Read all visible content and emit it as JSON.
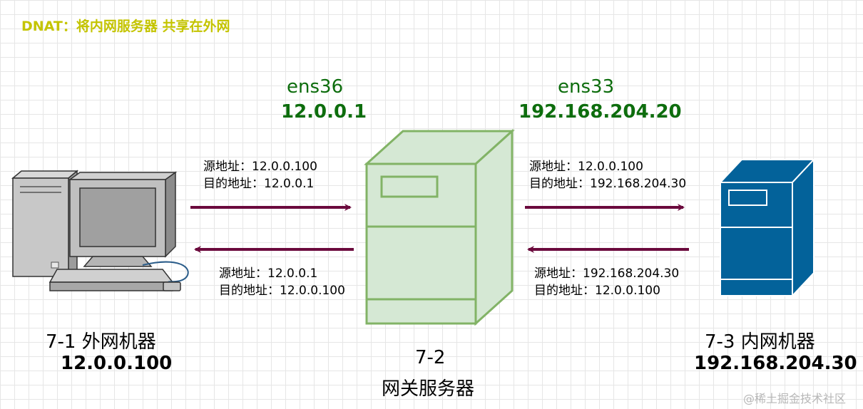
{
  "title": "DNAT：将内网服务器 共享在外网",
  "colors": {
    "title": "#c4c400",
    "interface_text": "#0d6d0d",
    "arrow": "#6b0a3d",
    "gateway_fill": "#d5e8d4",
    "gateway_stroke": "#82b366",
    "internal_server_fill": "#03629a"
  },
  "interfaces": {
    "external": {
      "name": "ens36",
      "ip": "12.0.0.1"
    },
    "internal": {
      "name": "ens33",
      "ip": "192.168.204.20"
    }
  },
  "packets": {
    "left_request": {
      "src": "源地址：12.0.0.100",
      "dst": "目的地址：12.0.0.1"
    },
    "left_reply": {
      "src": "源地址：12.0.0.1",
      "dst": "目的地址：12.0.0.100"
    },
    "right_request": {
      "src": "源地址：12.0.0.100",
      "dst": "目的地址：192.168.204.30"
    },
    "right_reply": {
      "src": "源地址：192.168.204.30",
      "dst": "目的地址：12.0.0.100"
    }
  },
  "nodes": {
    "external_machine": {
      "name": "7-1  外网机器",
      "ip": "12.0.0.100",
      "icon": "desktop-computer-icon"
    },
    "gateway": {
      "id": "7-2",
      "name": "网关服务器",
      "icon": "server-tower-icon"
    },
    "internal_machine": {
      "name": "7-3  内网机器",
      "ip": "192.168.204.30",
      "icon": "server-tower-icon"
    }
  },
  "watermark": "@稀土掘金技术社区"
}
